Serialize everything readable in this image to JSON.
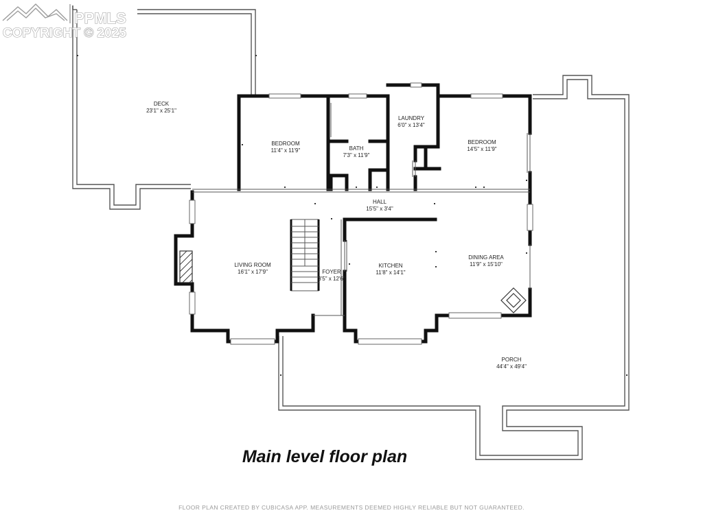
{
  "watermark": {
    "brand": "PPMLS",
    "copyright": "COPYRIGHT © 2025",
    "logo": "mountain-logo"
  },
  "rooms": {
    "deck": {
      "name": "DECK",
      "dims": "23'1\" x 25'1\""
    },
    "bedroom_left": {
      "name": "BEDROOM",
      "dims": "11'4\" x 11'9\""
    },
    "bath": {
      "name": "BATH",
      "dims": "7'3\" x 11'9\""
    },
    "laundry": {
      "name": "LAUNDRY",
      "dims": "6'0\" x 13'4\""
    },
    "bedroom_right": {
      "name": "BEDROOM",
      "dims": "14'5\" x 11'9\""
    },
    "hall": {
      "name": "HALL",
      "dims": "15'5\" x 3'4\""
    },
    "living_room": {
      "name": "LIVING ROOM",
      "dims": "16'1\" x 17'9\""
    },
    "foyer": {
      "name": "FOYER",
      "dims": "3'5\" x 12'6\""
    },
    "kitchen": {
      "name": "KITCHEN",
      "dims": "11'8\" x 14'1\""
    },
    "dining_area": {
      "name": "DINING AREA",
      "dims": "11'9\" x 15'10\""
    },
    "porch": {
      "name": "PORCH",
      "dims": "44'4\" x 49'4\""
    }
  },
  "title": "Main level floor plan",
  "footer": "FLOOR PLAN CREATED BY CUBICASA APP. MEASUREMENTS DEEMED HIGHLY RELIABLE BUT NOT GUARANTEED.",
  "colors": {
    "wall": "#111111",
    "outline": "#555555",
    "window": "#8a8a8a"
  }
}
